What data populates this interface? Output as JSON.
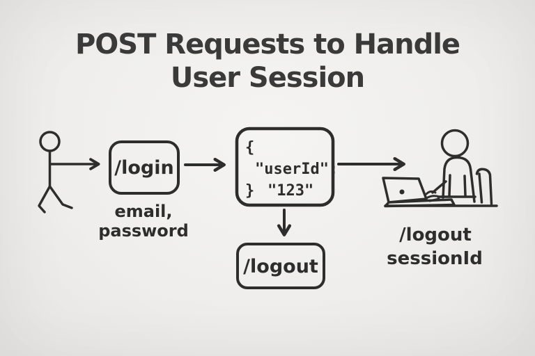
{
  "canvas": {
    "bg_center": "#f5f4f2",
    "bg_mid": "#efeeec",
    "bg_edge": "#e6e5e3",
    "ink": "#2d2d2d",
    "title_color": "#3a3a3a"
  },
  "title": {
    "line1": "POST Requests to Handle",
    "line2": "User Session"
  },
  "diagram": {
    "actor": {
      "icon": "stick-figure-user-icon"
    },
    "login_node": {
      "label": "/login"
    },
    "login_params": {
      "line1": "email,",
      "line2": "password"
    },
    "response_node": {
      "brace_open": "{",
      "field": "\"userId\":",
      "brace_close": "}",
      "value": "\"123\""
    },
    "logout_node": {
      "label": "/logout"
    },
    "client": {
      "icon": "person-at-laptop-icon"
    },
    "client_caption": {
      "line1": "/logout",
      "line2": "sessionId"
    }
  }
}
